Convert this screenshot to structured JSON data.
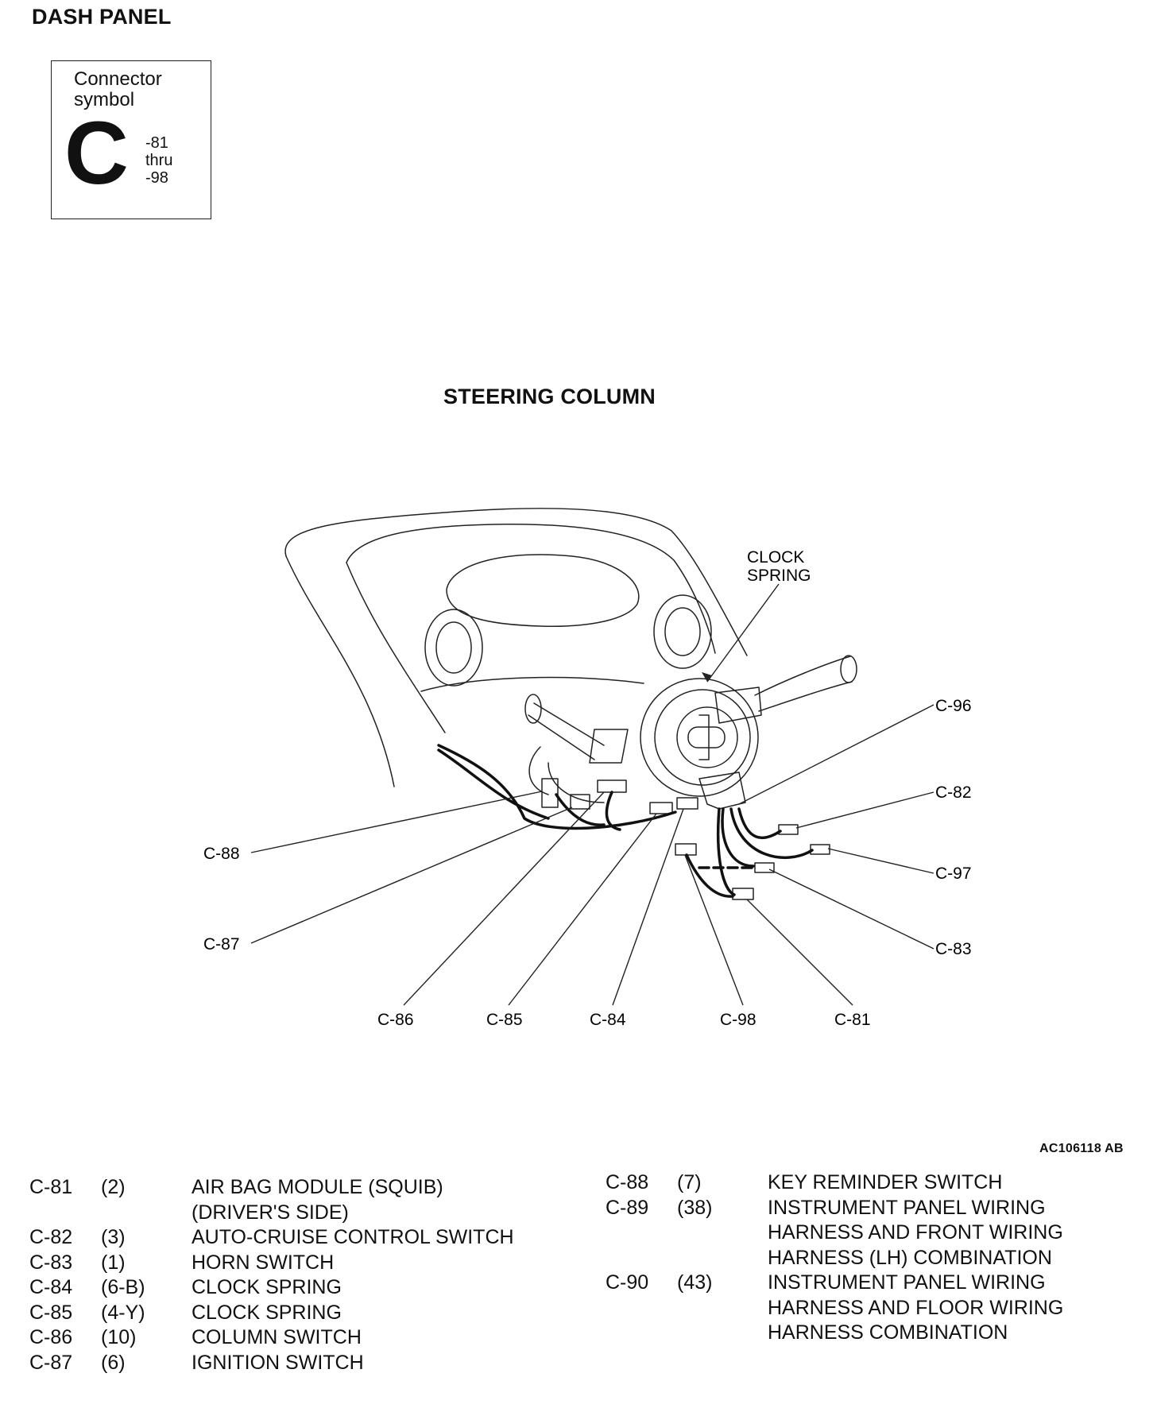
{
  "header": {
    "title": "DASH PANEL",
    "subtitle": "STEERING COLUMN"
  },
  "connector_symbol": {
    "label_line1": "Connector",
    "label_line2": "symbol",
    "letter": "C",
    "range_start": "-81",
    "range_mid": "thru",
    "range_end": "-98"
  },
  "diagram": {
    "clock_spring_label_line1": "CLOCK",
    "clock_spring_label_line2": "SPRING",
    "callouts": [
      "C-96",
      "C-82",
      "C-97",
      "C-83",
      "C-88",
      "C-87",
      "C-86",
      "C-85",
      "C-84",
      "C-98",
      "C-81"
    ]
  },
  "figure_code": "AC106118 AB",
  "legend_left": [
    {
      "id": "C-81",
      "pins": "(2)",
      "desc": [
        "AIR BAG MODULE (SQUIB)",
        "(DRIVER'S SIDE)"
      ]
    },
    {
      "id": "C-82",
      "pins": "(3)",
      "desc": [
        "AUTO-CRUISE CONTROL SWITCH"
      ]
    },
    {
      "id": "C-83",
      "pins": "(1)",
      "desc": [
        "HORN SWITCH"
      ]
    },
    {
      "id": "C-84",
      "pins": "(6-B)",
      "desc": [
        "CLOCK SPRING"
      ]
    },
    {
      "id": "C-85",
      "pins": "(4-Y)",
      "desc": [
        "CLOCK SPRING"
      ]
    },
    {
      "id": "C-86",
      "pins": "(10)",
      "desc": [
        "COLUMN SWITCH"
      ]
    },
    {
      "id": "C-87",
      "pins": "(6)",
      "desc": [
        "IGNITION SWITCH"
      ]
    }
  ],
  "legend_right": [
    {
      "id": "C-88",
      "pins": "(7)",
      "desc": [
        "KEY REMINDER SWITCH"
      ]
    },
    {
      "id": "C-89",
      "pins": "(38)",
      "desc": [
        "INSTRUMENT PANEL WIRING",
        "HARNESS AND FRONT WIRING",
        "HARNESS (LH) COMBINATION"
      ]
    },
    {
      "id": "C-90",
      "pins": "(43)",
      "desc": [
        "INSTRUMENT PANEL WIRING",
        "HARNESS AND FLOOR WIRING",
        "HARNESS COMBINATION"
      ]
    }
  ]
}
